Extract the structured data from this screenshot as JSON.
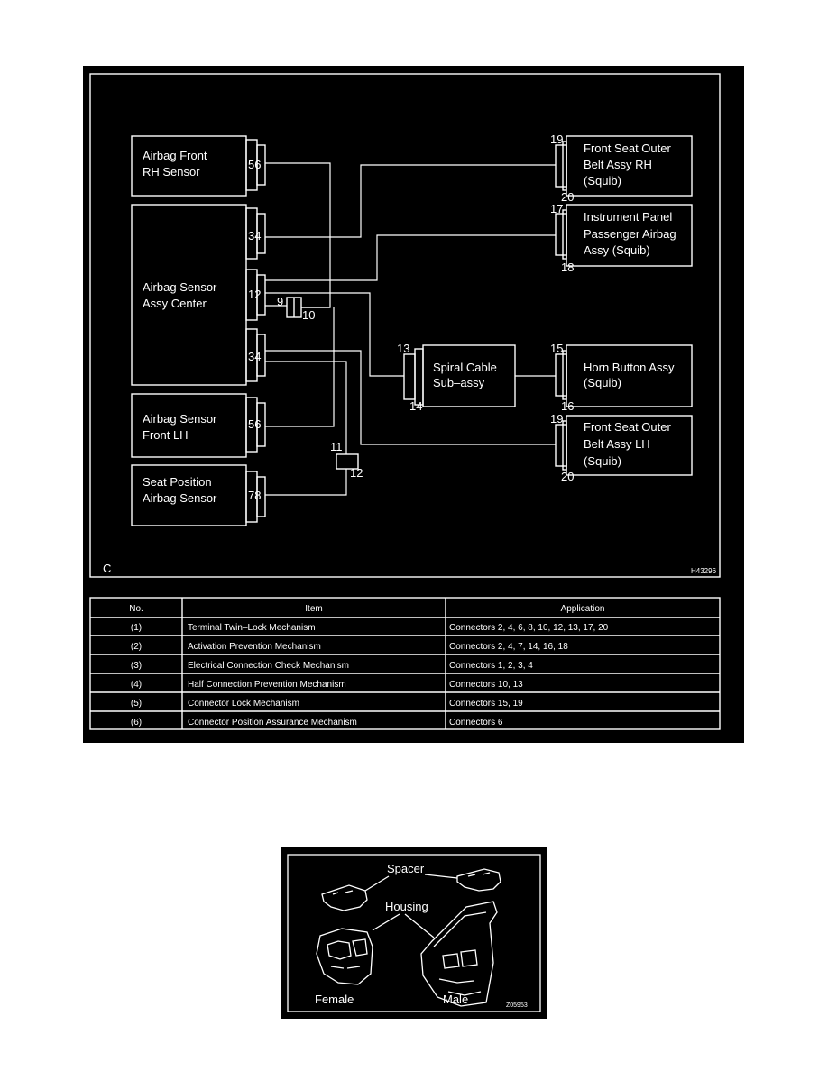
{
  "diagram": {
    "corner_letter": "C",
    "figure_id": "H43296",
    "components": {
      "rh_sensor": [
        "Airbag Front",
        "RH Sensor"
      ],
      "center": [
        "Airbag Sensor",
        "Assy Center"
      ],
      "front_lh": [
        "Airbag Sensor",
        "Front LH"
      ],
      "seat_pos": [
        "Seat Position",
        "Airbag Sensor"
      ],
      "spiral": [
        "Spiral Cable",
        "Sub–assy"
      ],
      "belt_rh": [
        "Front Seat Outer",
        "Belt Assy RH",
        "(Squib)"
      ],
      "ip_pass": [
        "Instrument Panel",
        "Passenger Airbag",
        "Assy (Squib)"
      ],
      "horn": [
        "Horn Button Assy",
        "(Squib)"
      ],
      "belt_lh": [
        "Front Seat Outer",
        "Belt Assy LH",
        "(Squib)"
      ]
    },
    "pins": {
      "rh_sensor": "56",
      "center_top": "34",
      "center_mid": "12",
      "center_bot": "34",
      "front_lh": "56",
      "seat_pos": "78"
    },
    "numbers": {
      "n9": "9",
      "n10": "10",
      "n11": "11",
      "n12": "12",
      "n13": "13",
      "n14": "14",
      "n15": "15",
      "n16": "16",
      "n17": "17",
      "n18": "18",
      "n19a": "19",
      "n20a": "20",
      "n19b": "19",
      "n20b": "20"
    }
  },
  "table": {
    "headers": [
      "No.",
      "Item",
      "Application"
    ],
    "rows": [
      [
        "(1)",
        "Terminal Twin–Lock Mechanism",
        "Connectors 2, 4, 6, 8, 10, 12, 13, 17, 20"
      ],
      [
        "(2)",
        "Activation Prevention Mechanism",
        "Connectors 2, 4, 7, 14, 16, 18"
      ],
      [
        "(3)",
        "Electrical Connection Check Mechanism",
        "Connectors 1, 2, 3, 4"
      ],
      [
        "(4)",
        "Half Connection Prevention Mechanism",
        "Connectors 10, 13"
      ],
      [
        "(5)",
        "Connector Lock Mechanism",
        "Connectors 15, 19"
      ],
      [
        "(6)",
        "Connector Position Assurance Mechanism",
        "Connectors 6"
      ]
    ]
  },
  "connector_figure": {
    "spacer": "Spacer",
    "housing": "Housing",
    "female": "Female",
    "male": "Male",
    "figure_id": "Z05953"
  }
}
